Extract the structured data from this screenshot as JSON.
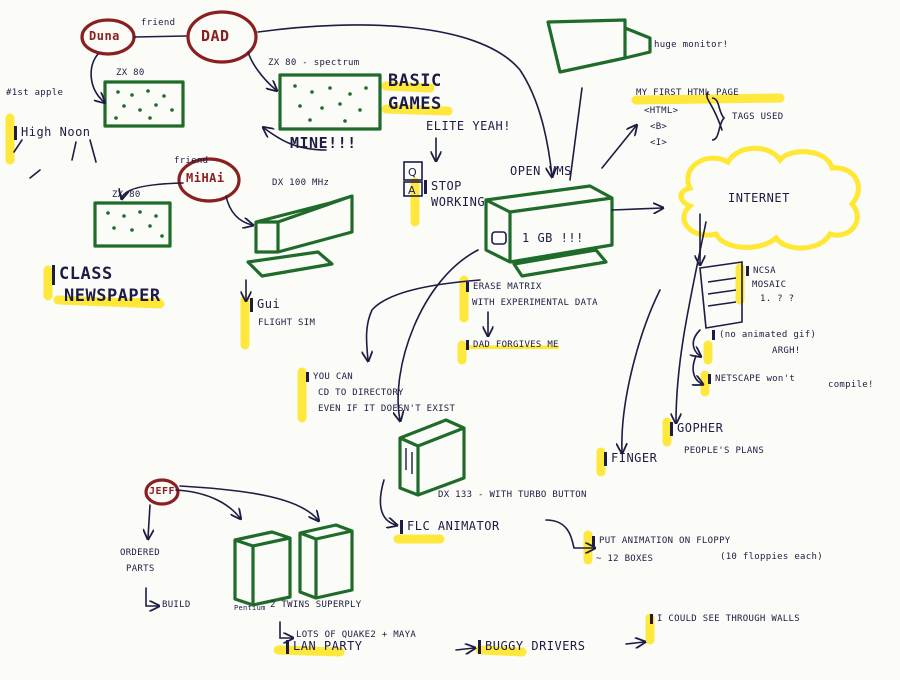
{
  "people": {
    "dad": "DAD",
    "duna": "Duna",
    "mihai": "MiHAi",
    "jeff": "JEFF"
  },
  "labels": {
    "friend": "friend",
    "friend2": "friend",
    "apple": "#1st apple",
    "high_noon": "High Noon",
    "zx80_top": "ZX 80",
    "zx80_spectrum": "ZX 80 - spectrum",
    "basic": "BASIC",
    "games": "GAMES",
    "mine": "MINE!!!",
    "elite": "ELITE YEAH!",
    "stop": "STOP",
    "working": "WORKING",
    "zx80_mihai": "ZX 80",
    "class1": "CLASS",
    "class2": "NEWSPAPER",
    "dx100": "DX 100 MHz",
    "gui": "Gui",
    "flight_sim": "FLIGHT SIM",
    "huge_monitor": "huge monitor!",
    "openvms": "OPEN VMS",
    "onegb": "1 GB !!!",
    "erase1": "ERASE MATRIX",
    "erase2": "WITH EXPERIMENTAL DATA",
    "dad_forgives": "DAD FORGIVES ME",
    "cd1": "YOU CAN",
    "cd2": "CD TO DIRECTORY",
    "cd3": "EVEN IF IT DOESN'T EXIST",
    "html_page": "MY FIRST HTML PAGE",
    "tag_html": "<HTML>",
    "tag_b": "<B>",
    "tag_i": "<I>",
    "tags_used": "TAGS USED",
    "internet": "INTERNET",
    "ncsa1": "NCSA",
    "ncsa2": "MOSAIC",
    "ncsa3": "1. ? ?",
    "no_gif": "(no animated gif)",
    "argh": "ARGH!",
    "netscape": "NETSCAPE won't",
    "compile": "compile!",
    "gopher": "GOPHER",
    "finger": "FINGER",
    "plans": "PEOPLE'S PLANS",
    "dx133": "DX 133 - WITH TURBO BUTTON",
    "flc": "FLC ANIMATOR",
    "floppy": "PUT ANIMATION ON FLOPPY",
    "boxes": "~ 12 BOXES",
    "floppies": "(10 floppies each)",
    "ordered": "ORDERED",
    "parts": "PARTS",
    "build": "BUILD",
    "pentium": "Pentium",
    "twins": "2 TWINS SUPERPLY",
    "quake": "LOTS OF QUAKE2 + MAYA",
    "lan": "LAN PARTY",
    "buggy": "BUGGY DRIVERS",
    "walls": "I COULD SEE THROUGH WALLS"
  },
  "colors": {
    "ink": "#1c1c44",
    "green": "#1f6b2a",
    "red": "#8a1f1f",
    "yellow": "#ffe733"
  }
}
